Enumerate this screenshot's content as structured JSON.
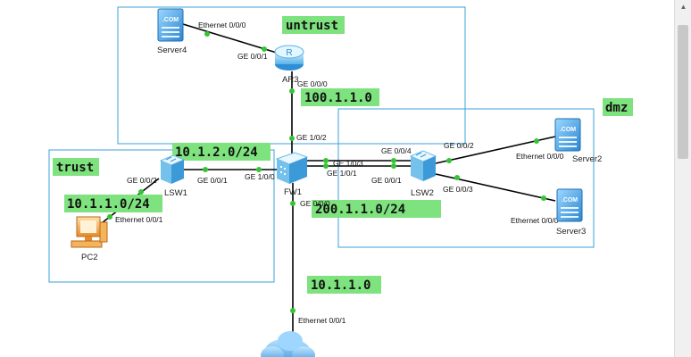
{
  "zones": {
    "untrust": "untrust",
    "trust": "trust",
    "dmz": "dmz"
  },
  "networks": {
    "n1": "100.1.1.0",
    "n2": "10.1.2.0/24",
    "n3": "10.1.1.0/24",
    "n4": "200.1.1.0/24",
    "n5": "10.1.1.0"
  },
  "devices": {
    "server4": "Server4",
    "ar3": "AR3",
    "server2": "Server2",
    "server3": "Server3",
    "fw1": "FW1",
    "lsw1": "LSW1",
    "lsw2": "LSW2",
    "pc2": "PC2",
    "com": ".COM"
  },
  "ports": {
    "server4_eth": "Ethernet 0/0/0",
    "ar3_ge001": "GE 0/0/1",
    "ar3_ge000": "GE 0/0/0",
    "fw1_ge102": "GE 1/0/2",
    "fw1_ge100": "GE 1/0/0",
    "fw1_ge103": "GE 1/0/3",
    "fw1_ge101": "GE 1/0/1",
    "fw1_ge000": "GE 0/0/0",
    "lsw1_ge002": "GE 0/0/2",
    "lsw1_ge001": "GE 0/0/1",
    "pc2_eth": "Ethernet 0/0/1",
    "lsw2_ge004": "GE 0/0/4",
    "lsw2_ge001": "GE 0/0/1",
    "lsw2_ge002": "GE 0/0/2",
    "lsw2_ge003": "GE 0/0/3",
    "server2_eth": "Ethernet 0/0/0",
    "server3_eth": "Ethernet 0/0/0",
    "cloud_eth": "Ethernet 0/0/1"
  },
  "colors": {
    "zone_border": "#3aa0d8",
    "label_highlight": "#7ee27e",
    "link": "#000000",
    "port_dot": "#35c435"
  },
  "icons": [
    "server-icon",
    "router-icon",
    "firewall-icon",
    "switch-icon",
    "pc-icon",
    "cloud-icon"
  ]
}
